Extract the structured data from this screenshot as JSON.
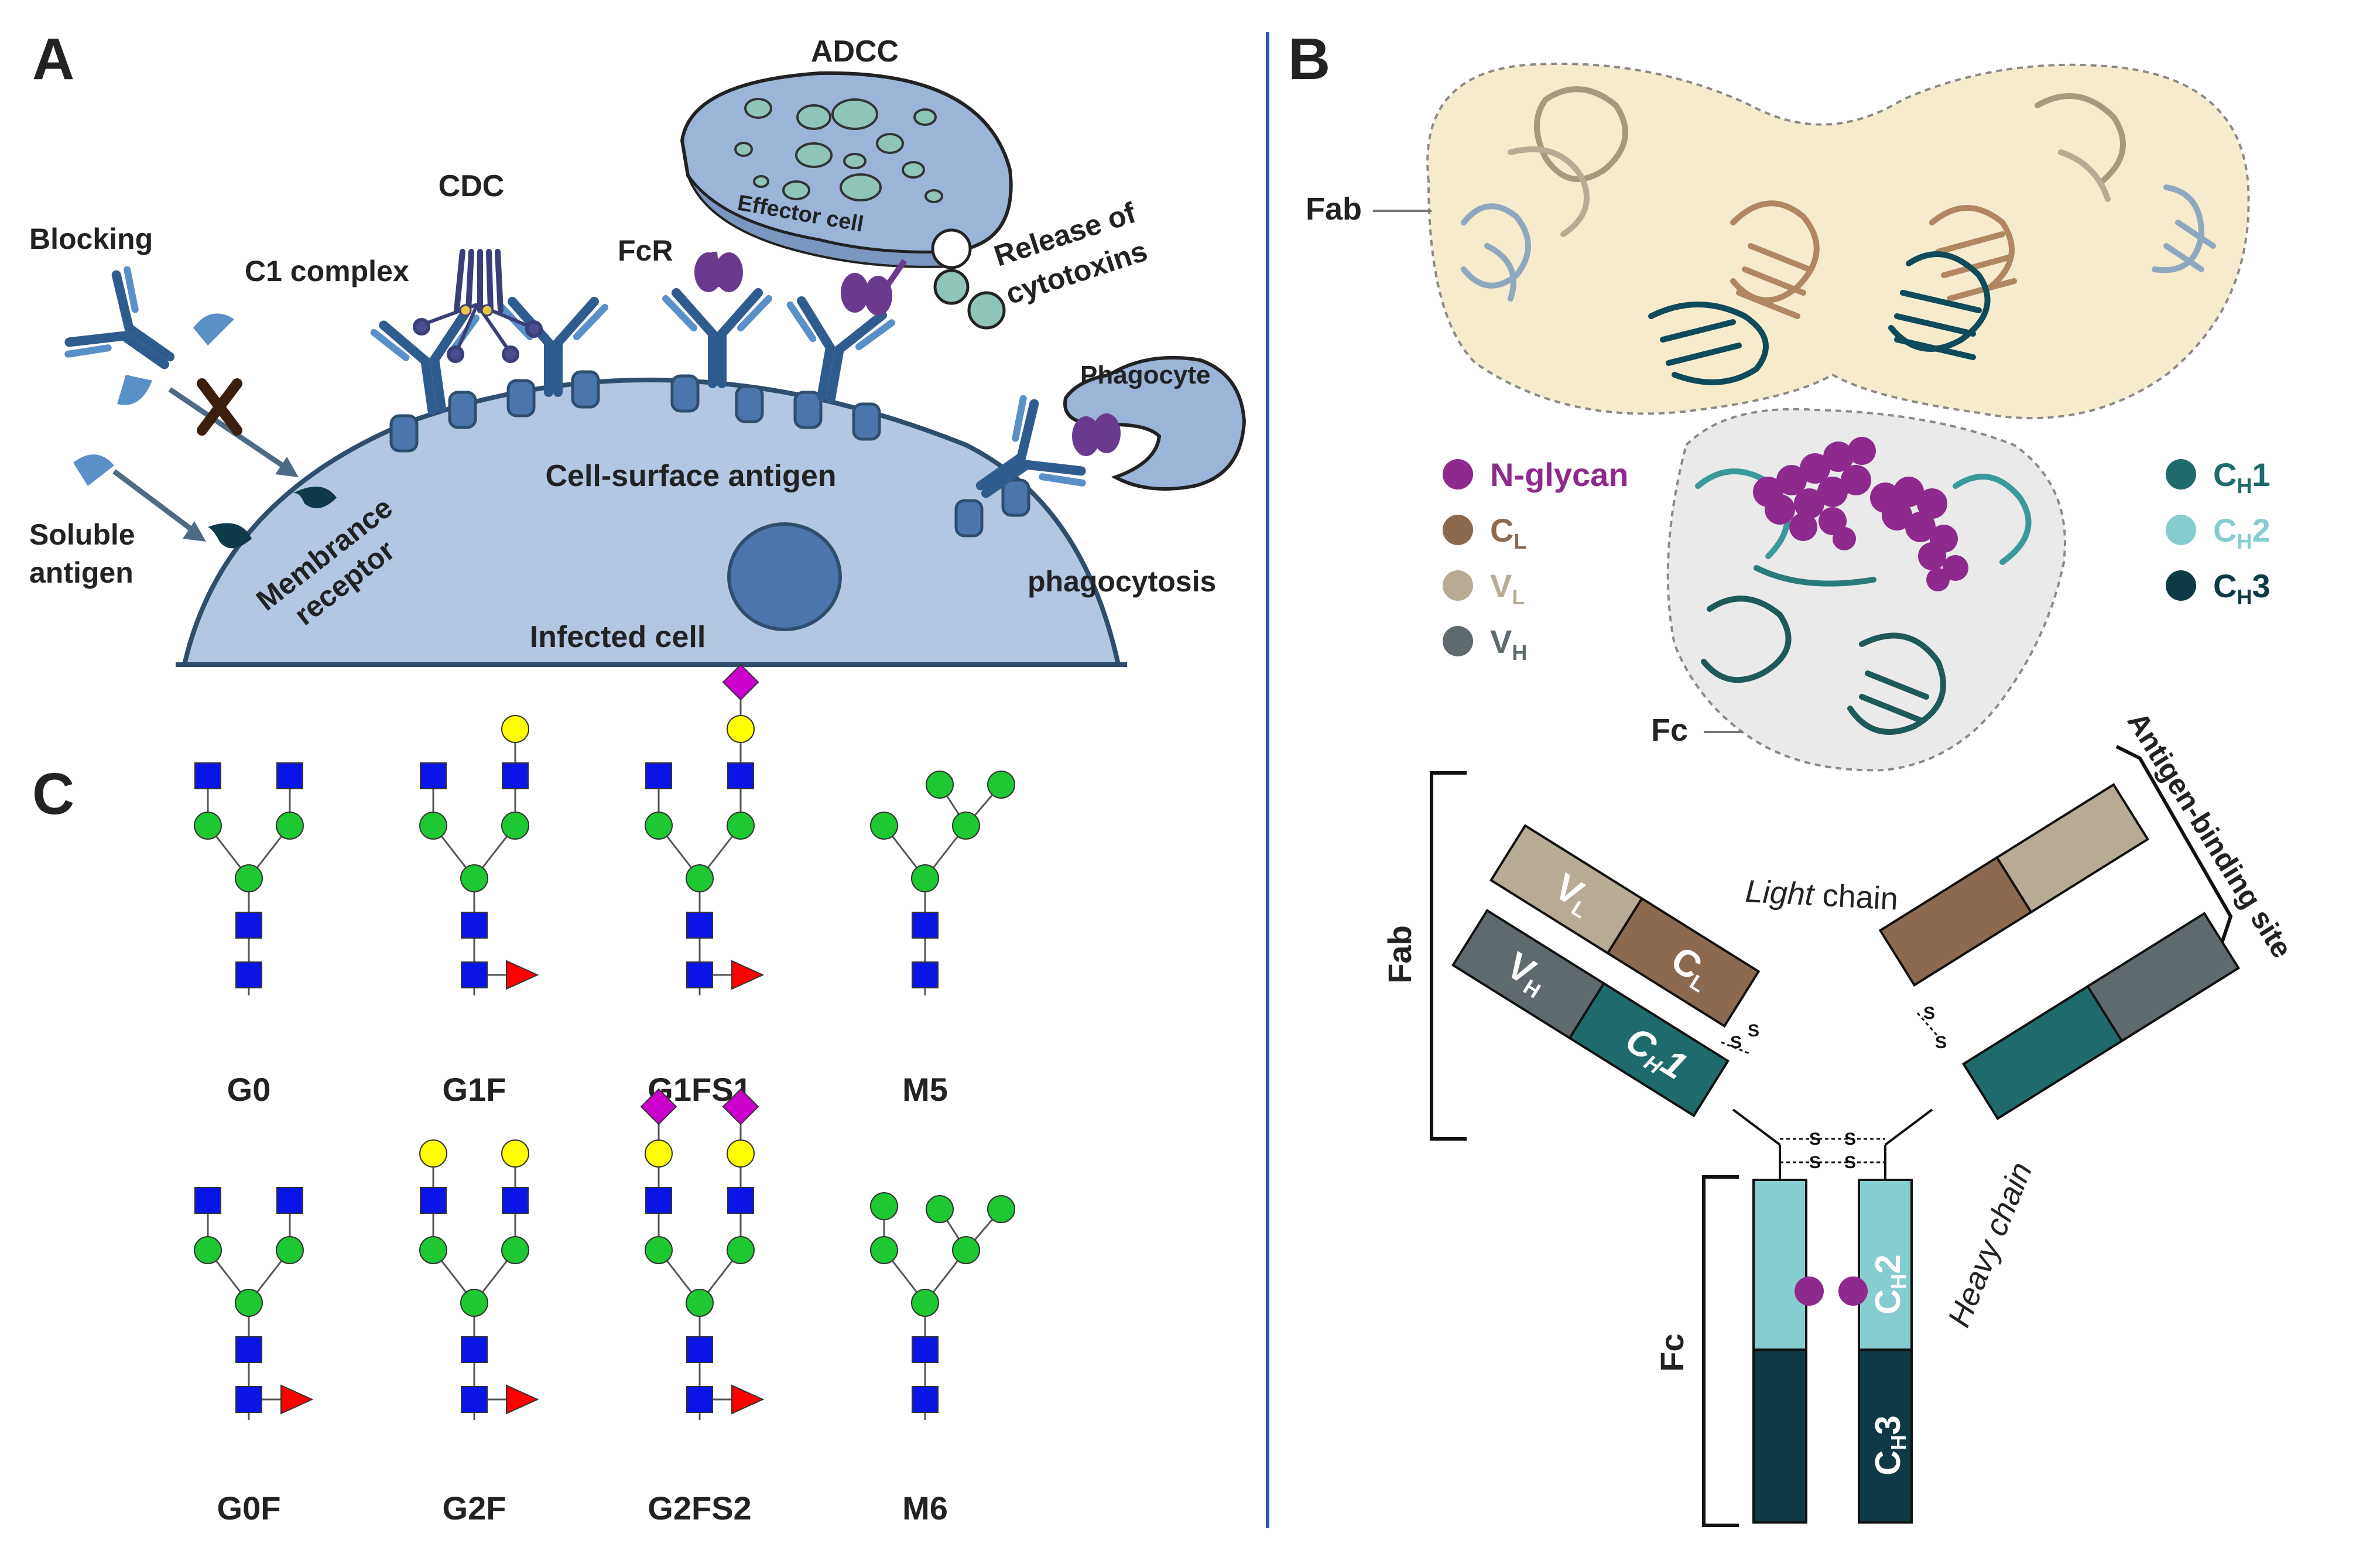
{
  "panel_labels": {
    "a": "A",
    "b": "B",
    "c": "C"
  },
  "panel_a": {
    "adcc": "ADCC",
    "cdc": "CDC",
    "blocking": "Blocking",
    "c1_complex": "C1 complex",
    "fcr": "FcR",
    "effector_cell": "Effector cell",
    "release_line1": "Release of",
    "release_line2": "cytotoxins",
    "phagocyte": "Phagocyte",
    "phagocytosis": "phagocytosis",
    "soluble_line1": "Soluble",
    "soluble_line2": "antigen",
    "membrance_line1": "Membrance",
    "membrance_line2": "receptor",
    "cell_surface_antigen": "Cell-surface antigen",
    "infected_cell": "Infected cell"
  },
  "panel_b": {
    "fab": "Fab",
    "fc": "Fc",
    "legend_left": [
      {
        "main": "N-glycan",
        "sub": "",
        "color": "#8e2a8e"
      },
      {
        "main": "C",
        "sub": "L",
        "color": "#8c6a4f"
      },
      {
        "main": "V",
        "sub": "L",
        "color": "#b8ab95"
      },
      {
        "main": "V",
        "sub": "H",
        "color": "#5f6a6e"
      }
    ],
    "legend_right": [
      {
        "main": "C",
        "sub": "H",
        "tail": "1",
        "color": "#1f6a6a"
      },
      {
        "main": "C",
        "sub": "H",
        "tail": "2",
        "color": "#86cdd0"
      },
      {
        "main": "C",
        "sub": "H",
        "tail": "3",
        "color": "#0d3a45"
      }
    ]
  },
  "panel_b_diagram": {
    "fab": "Fab",
    "fc": "Fc",
    "light_chain_italic": "Light",
    "light_chain_rest": " chain",
    "heavy_chain": "Heavy chain",
    "antigen_binding_site": "Antigen-binding site",
    "vl": {
      "main": "V",
      "sub": "L"
    },
    "cl": {
      "main": "C",
      "sub": "L"
    },
    "vh": {
      "main": "V",
      "sub": "H"
    },
    "ch1": {
      "main": "C",
      "sub": "H",
      "tail": "1"
    },
    "ch2": {
      "main": "C",
      "sub": "H",
      "tail": "2"
    },
    "ch3": {
      "main": "C",
      "sub": "H",
      "tail": "3"
    },
    "disulfide": "S",
    "colors": {
      "vl": "#b8ab95",
      "cl": "#8c6a4f",
      "vh": "#5f6a6e",
      "ch1": "#1f6a6a",
      "ch2": "#86cdd0",
      "ch3": "#0d3a45",
      "glycan": "#8e2a8e"
    }
  },
  "panel_c": {
    "glycans": [
      "G0",
      "G1F",
      "G1FS1",
      "M5",
      "G0F",
      "G2F",
      "G2FS2",
      "M6"
    ],
    "colors": {
      "glcnac": "#0a14e6",
      "mannose": "#1ec832",
      "galactose": "#ffff00",
      "sialic": "#cc00cc",
      "fucose": "#ff0000"
    }
  }
}
